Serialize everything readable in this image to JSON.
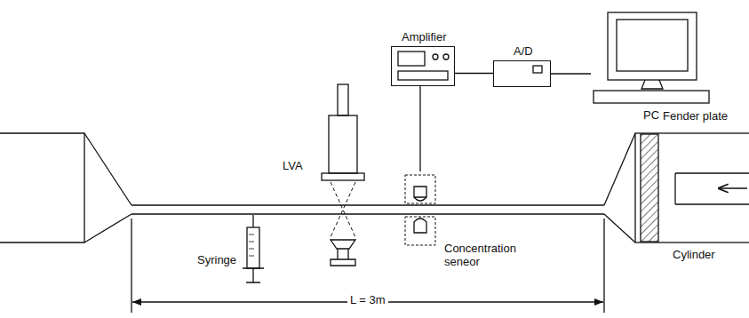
{
  "diagram": {
    "nodes": [
      {
        "text": [
          "Amplifier"
        ]
      },
      {
        "text": [
          "A/D"
        ]
      },
      {
        "text": [
          "PC"
        ]
      },
      {
        "text": [
          "Concentration seneor"
        ]
      }
    ],
    "edges": [
      {
        "from": 3,
        "to": 0,
        "arrow": "none"
      },
      {
        "from": 0,
        "to": 1,
        "arrow": "none"
      },
      {
        "from": 1,
        "to": 2,
        "arrow": "none"
      }
    ],
    "labels": [
      "LVA",
      "Syringe",
      "L = 3m",
      "Fender plate",
      "Cylinder"
    ]
  }
}
